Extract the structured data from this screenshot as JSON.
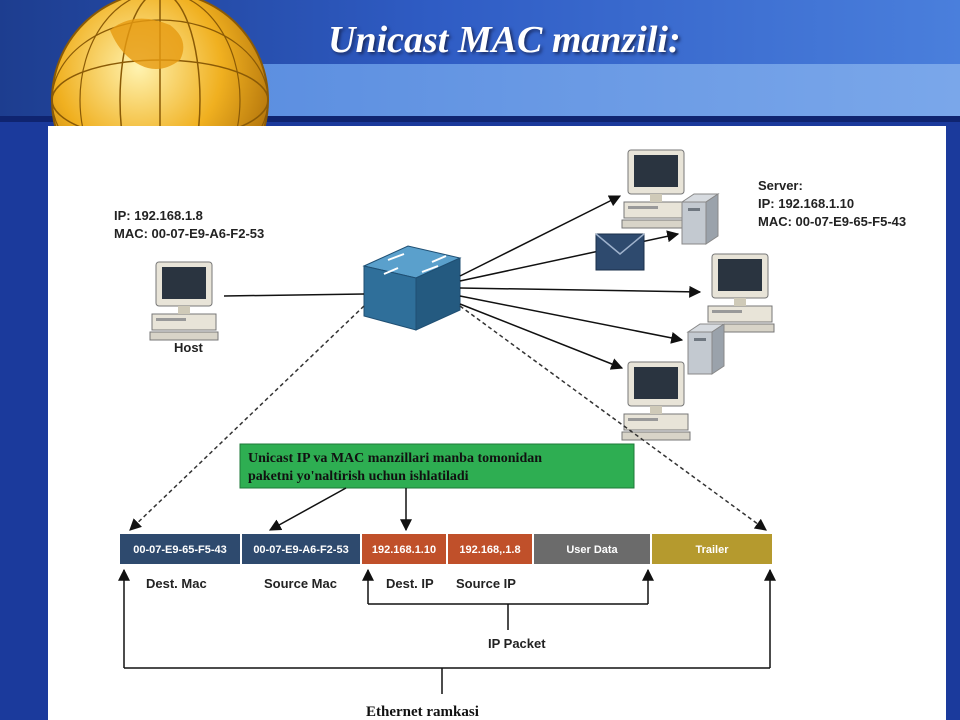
{
  "slide": {
    "title": "Unicast MAC manzili:"
  },
  "host": {
    "label": "Host",
    "ip": "IP: 192.168.1.8",
    "mac": "MAC: 00-07-E9-A6-F2-53"
  },
  "server": {
    "label": "Server:",
    "ip": "IP: 192.168.1.10",
    "mac": "MAC: 00-07-E9-65-F5-43"
  },
  "note": {
    "line1": "Unicast IP va MAC manzillari manba tomonidan",
    "line2": "paketni yo'naltirish uchun ishlatiladi"
  },
  "frame": {
    "cells": [
      {
        "text": "00-07-E9-65-F5-43",
        "color": "#2e4a6e"
      },
      {
        "text": "00-07-E9-A6-F2-53",
        "color": "#2e4a6e"
      },
      {
        "text": "192.168.1.10",
        "color": "#c0502a"
      },
      {
        "text": "192.168,.1.8",
        "color": "#c0502a"
      },
      {
        "text": "User Data",
        "color": "#6b6b6b"
      },
      {
        "text": "Trailer",
        "color": "#b59a2e"
      }
    ],
    "labels": {
      "dest_mac": "Dest. Mac",
      "source_mac": "Source Mac",
      "dest_ip": "Dest. IP",
      "source_ip": "Source IP",
      "ip_packet": "IP Packet",
      "ethernet": "Ethernet ramkasi"
    }
  },
  "colors": {
    "note_bg": "#2eae52",
    "switch": "#2f6f9a"
  }
}
